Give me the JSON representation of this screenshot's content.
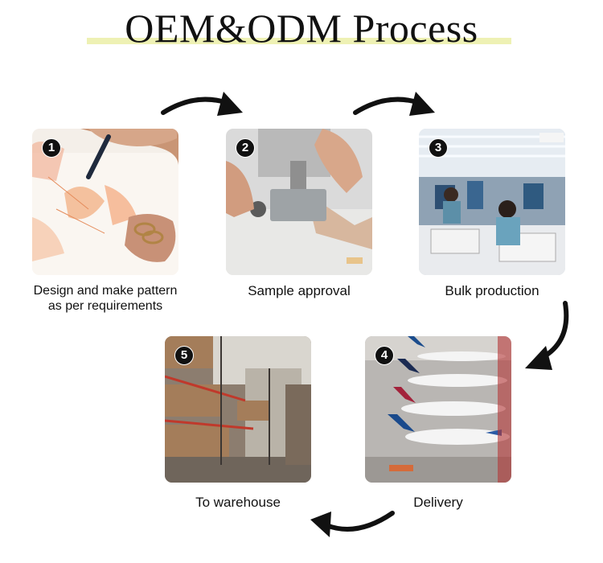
{
  "title": "OEM&ODM Process",
  "colors": {
    "title_highlight": "#eef1b4",
    "badge_bg": "#111111",
    "arrow": "#111111"
  },
  "steps": [
    {
      "number": "1",
      "caption": "Design and make pattern as per requirements",
      "image": "design-sketch-photo"
    },
    {
      "number": "2",
      "caption": "Sample approval",
      "image": "sewing-machine-photo"
    },
    {
      "number": "3",
      "caption": "Bulk production",
      "image": "garment-factory-photo"
    },
    {
      "number": "4",
      "caption": "Delivery",
      "image": "airplanes-airport-photo"
    },
    {
      "number": "5",
      "caption": "To warehouse",
      "image": "warehouse-shelves-photo"
    }
  ],
  "arrows": [
    "arrow-right",
    "arrow-right",
    "arrow-curve-down",
    "arrow-curve-left"
  ]
}
